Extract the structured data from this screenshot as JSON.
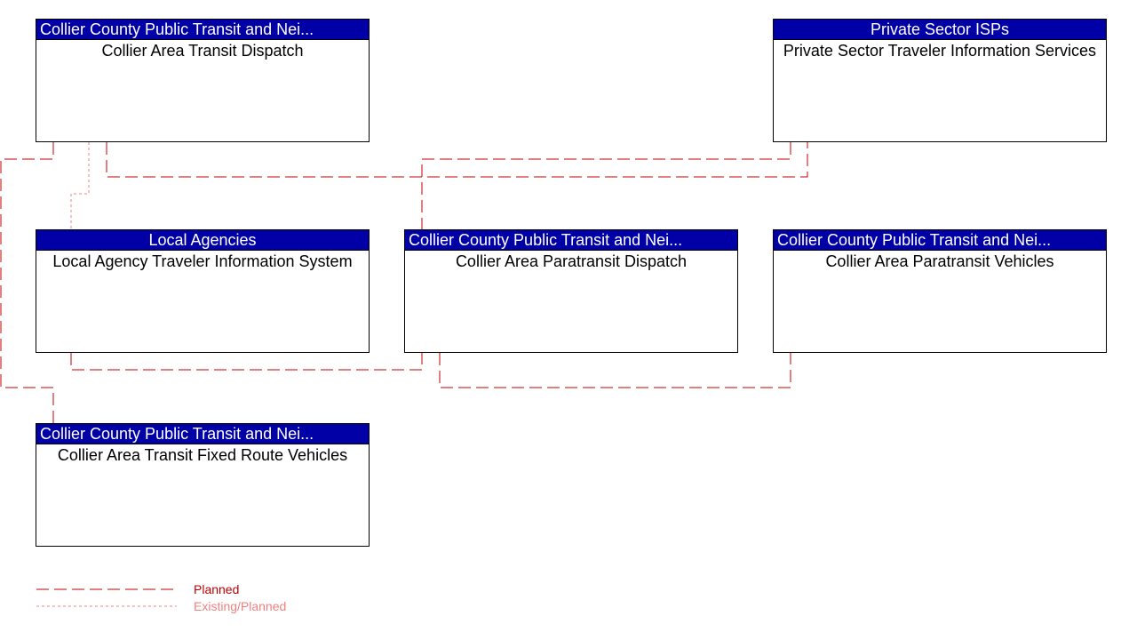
{
  "nodes": {
    "transit_dispatch": {
      "header": "Collier County Public Transit and Nei...",
      "body": "Collier Area Transit Dispatch"
    },
    "private_isp": {
      "header": "Private Sector ISPs",
      "body": "Private Sector Traveler Information Services"
    },
    "local_agency": {
      "header": "Local Agencies",
      "body": "Local Agency Traveler Information System"
    },
    "paratransit_dispatch": {
      "header": "Collier County Public Transit and Nei...",
      "body": "Collier Area Paratransit Dispatch"
    },
    "paratransit_vehicles": {
      "header": "Collier County Public Transit and Nei...",
      "body": "Collier Area Paratransit Vehicles"
    },
    "fixed_route_vehicles": {
      "header": "Collier County Public Transit and Nei...",
      "body": "Collier Area Transit Fixed Route Vehicles"
    }
  },
  "legend": {
    "planned": {
      "label": "Planned",
      "color": "#c00000"
    },
    "existing_planned": {
      "label": "Existing/Planned",
      "color": "#f08080"
    }
  }
}
